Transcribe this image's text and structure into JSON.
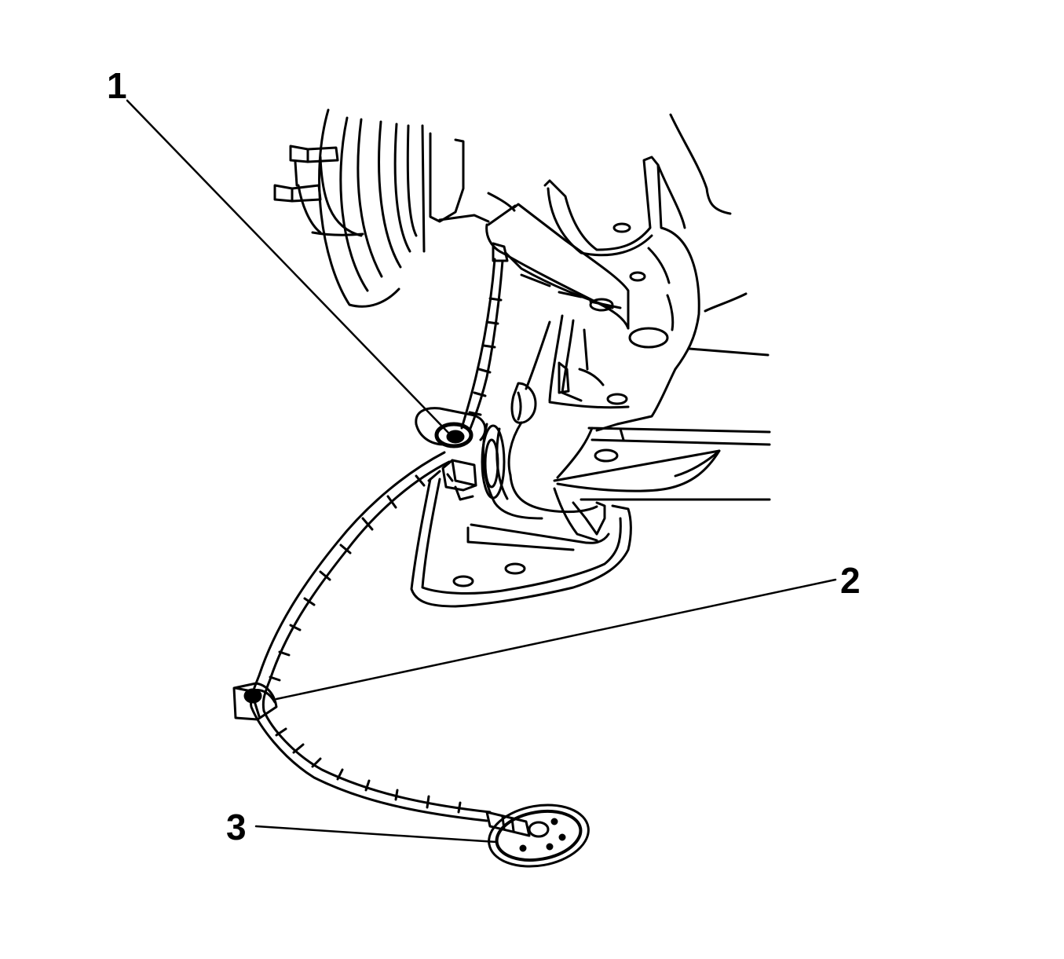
{
  "figure": {
    "callouts": [
      {
        "number": "1"
      },
      {
        "number": "2"
      },
      {
        "number": "3"
      }
    ],
    "colors": {
      "line": "#000000",
      "background": "#ffffff"
    }
  }
}
